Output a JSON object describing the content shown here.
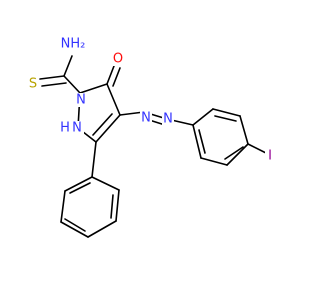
{
  "molecule": {
    "atoms": {
      "nh2": {
        "label": "NH₂",
        "color": "#3333ff"
      },
      "s": {
        "label": "S",
        "color": "#b8a300"
      },
      "n1": {
        "label": "N",
        "color": "#3333ff"
      },
      "nh": {
        "label": "H",
        "label2": "N",
        "color": "#3333ff"
      },
      "o": {
        "label": "O",
        "color": "#ff0d0d"
      },
      "na": {
        "label": "N",
        "color": "#3333ff"
      },
      "nb": {
        "label": "N",
        "color": "#3333ff"
      },
      "i": {
        "label": "I",
        "color": "#940094"
      }
    }
  }
}
